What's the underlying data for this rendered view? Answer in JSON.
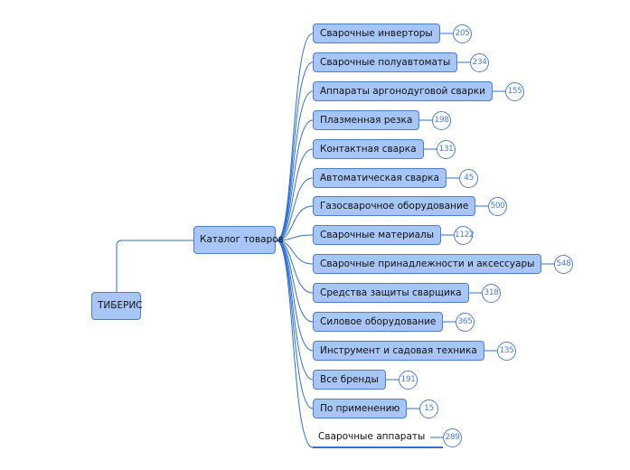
{
  "root": {
    "label": "ТИБЕРИС"
  },
  "catalog": {
    "label": "Каталог товаров"
  },
  "categories": [
    {
      "label": "Сварочные инверторы",
      "count": "205"
    },
    {
      "label": "Сварочные полуавтоматы",
      "count": "234"
    },
    {
      "label": "Аппараты аргонодуговой сварки",
      "count": "155"
    },
    {
      "label": "Плазменная резка",
      "count": "198"
    },
    {
      "label": "Контактная сварка",
      "count": "131"
    },
    {
      "label": "Автоматическая сварка",
      "count": "45"
    },
    {
      "label": "Газосварочное оборудование",
      "count": "500"
    },
    {
      "label": "Сварочные материалы",
      "count": "1122"
    },
    {
      "label": "Сварочные принадлежности и аксессуары",
      "count": "548"
    },
    {
      "label": "Средства защиты сварщика",
      "count": "318"
    },
    {
      "label": "Силовое оборудование",
      "count": "365"
    },
    {
      "label": "Инструмент и садовая техника",
      "count": "135"
    },
    {
      "label": "Все бренды",
      "count": "191"
    },
    {
      "label": "По применению",
      "count": "15"
    },
    {
      "label": "Сварочные аппараты",
      "count": "289"
    }
  ],
  "colors": {
    "node_fill": "#a8c6f5",
    "node_border": "#4c7fd0",
    "connector": "#2f6fcf"
  }
}
